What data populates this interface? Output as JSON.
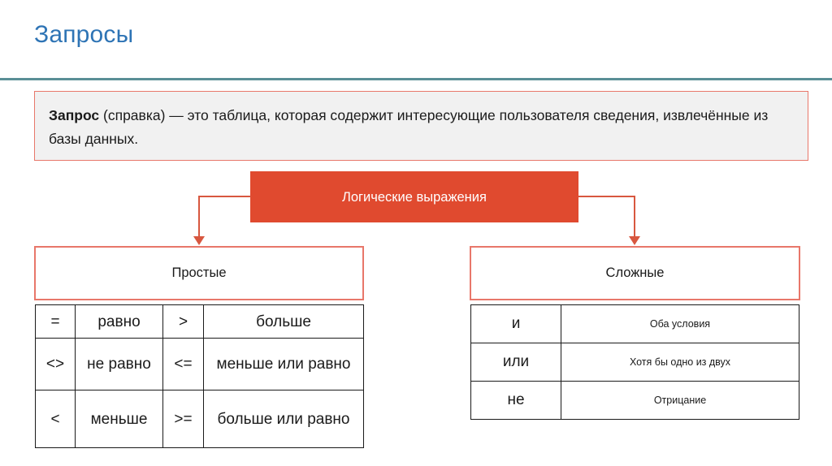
{
  "slide": {
    "title": "Запросы",
    "title_color": "#2E74B5",
    "rule_color": "#5A8F96",
    "accent_color": "#E04A2F",
    "border_color": "#E8776A",
    "definition_bg": "#F1F1F1"
  },
  "definition": {
    "term": "Запрос",
    "rest": " (справка) — это таблица, которая содержит интересующие пользователя сведения, извлечённые из базы данных."
  },
  "logic_box": {
    "label": "Логические выражения"
  },
  "categories": {
    "simple": "Простые",
    "complex": "Сложные"
  },
  "simple_table": {
    "rows": [
      {
        "sym_a": "=",
        "word_a": "равно",
        "sym_b": ">",
        "word_b": "больше"
      },
      {
        "sym_a": "<>",
        "word_a": "не равно",
        "sym_b": "<=",
        "word_b": "меньше или равно"
      },
      {
        "sym_a": "<",
        "word_a": "меньше",
        "sym_b": ">=",
        "word_b": "больше или равно"
      }
    ]
  },
  "complex_table": {
    "rows": [
      {
        "op": "и",
        "desc": "Оба условия"
      },
      {
        "op": "или",
        "desc": "Хотя бы одно из двух"
      },
      {
        "op": "не",
        "desc": "Отрицание"
      }
    ]
  }
}
